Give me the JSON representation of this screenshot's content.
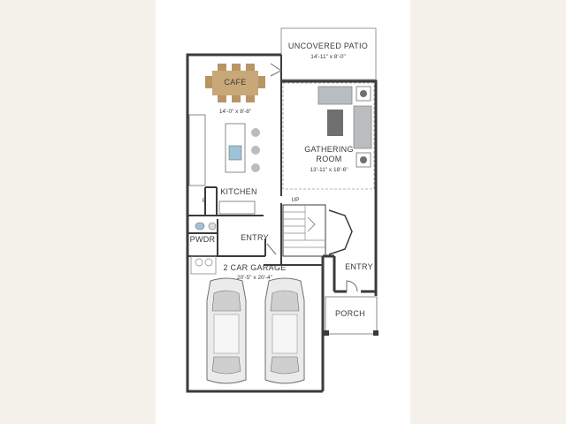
{
  "rooms": {
    "patio": {
      "name": "UNCOVERED PATIO",
      "dims": "14'-11\" x 8'-0\""
    },
    "cafe": {
      "name": "CAFE",
      "dims": "14'-0\" x 8'-8\""
    },
    "gathering": {
      "name": "GATHERING",
      "name2": "ROOM",
      "dims": "13'-11\" x 18'-6\""
    },
    "kitchen": {
      "name": "KITCHEN"
    },
    "pantry": {
      "name": "P"
    },
    "pwdr": {
      "name": "PWDR"
    },
    "entry": {
      "name": "ENTRY"
    },
    "entry_front": {
      "name": "ENTRY"
    },
    "stairs": {
      "name": "UP"
    },
    "garage": {
      "name": "2 CAR GARAGE",
      "dims": "20'-5\" x 20'-4\""
    },
    "porch": {
      "name": "PORCH"
    }
  },
  "colors": {
    "wall": "#3b3b3b",
    "fixture": "#8a8a8a",
    "table": "#c9a878",
    "sofa": "#b9bdc0",
    "sink": "#9ec3d6",
    "furniture_dark": "#6f6f6f",
    "sheet_bg": "#ffffff",
    "page_bg": "#f3f1ea"
  }
}
